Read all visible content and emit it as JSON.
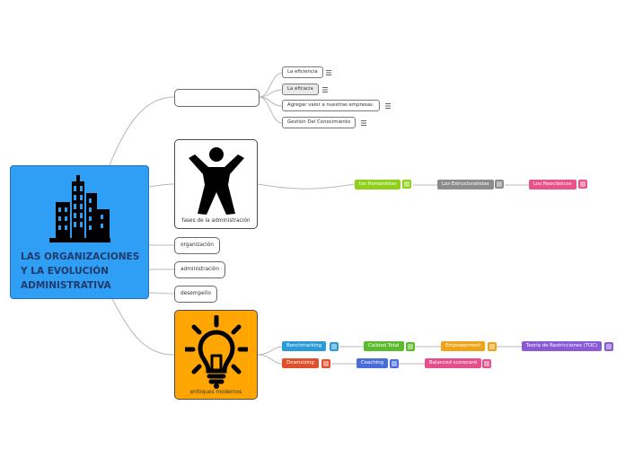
{
  "root": {
    "title": "LAS ORGANIZACIONES\nY LA EVOLUCIÓN\nADMINISTRATIVA",
    "icon": "buildings-icon",
    "color": "#2f9ef5"
  },
  "blank_topic": {
    "text": ""
  },
  "eficiencia_items": [
    {
      "label": "La eficiencia"
    },
    {
      "label": "La eficacia"
    },
    {
      "label": "Agregar valor a nuestras empresas."
    },
    {
      "label": "Gestión Del Conocimiento"
    }
  ],
  "fases": {
    "caption": "fases de la administración",
    "icon": "person-arms-up-icon"
  },
  "fases_chain": [
    {
      "label": "los Humanistas",
      "color": "#8fd11a"
    },
    {
      "label": "Los Estructuralistas",
      "color": "#8c8c8c"
    },
    {
      "label": "Los Neoclásicos",
      "color": "#e9538a"
    }
  ],
  "simple_topics": [
    {
      "label": "organización"
    },
    {
      "label": "administración"
    },
    {
      "label": "desempeño"
    }
  ],
  "enfoques": {
    "caption": "enfoques modernos",
    "icon": "lightbulb-icon",
    "color": "#ffa602"
  },
  "enfoques_row1": [
    {
      "label": "Benchmarking",
      "color": "#2a9bd8"
    },
    {
      "label": "Calidad Total",
      "color": "#5cbb2c"
    },
    {
      "label": "Empowerment",
      "color": "#efa317"
    },
    {
      "label": "Teoría de Restricciones (TOC)",
      "color": "#8a5ad6"
    }
  ],
  "enfoques_row2": [
    {
      "label": "Downsizing",
      "color": "#e0502a"
    },
    {
      "label": "Coaching",
      "color": "#4a6ed8"
    },
    {
      "label": "Balanced scorecard",
      "color": "#e5508c"
    }
  ]
}
